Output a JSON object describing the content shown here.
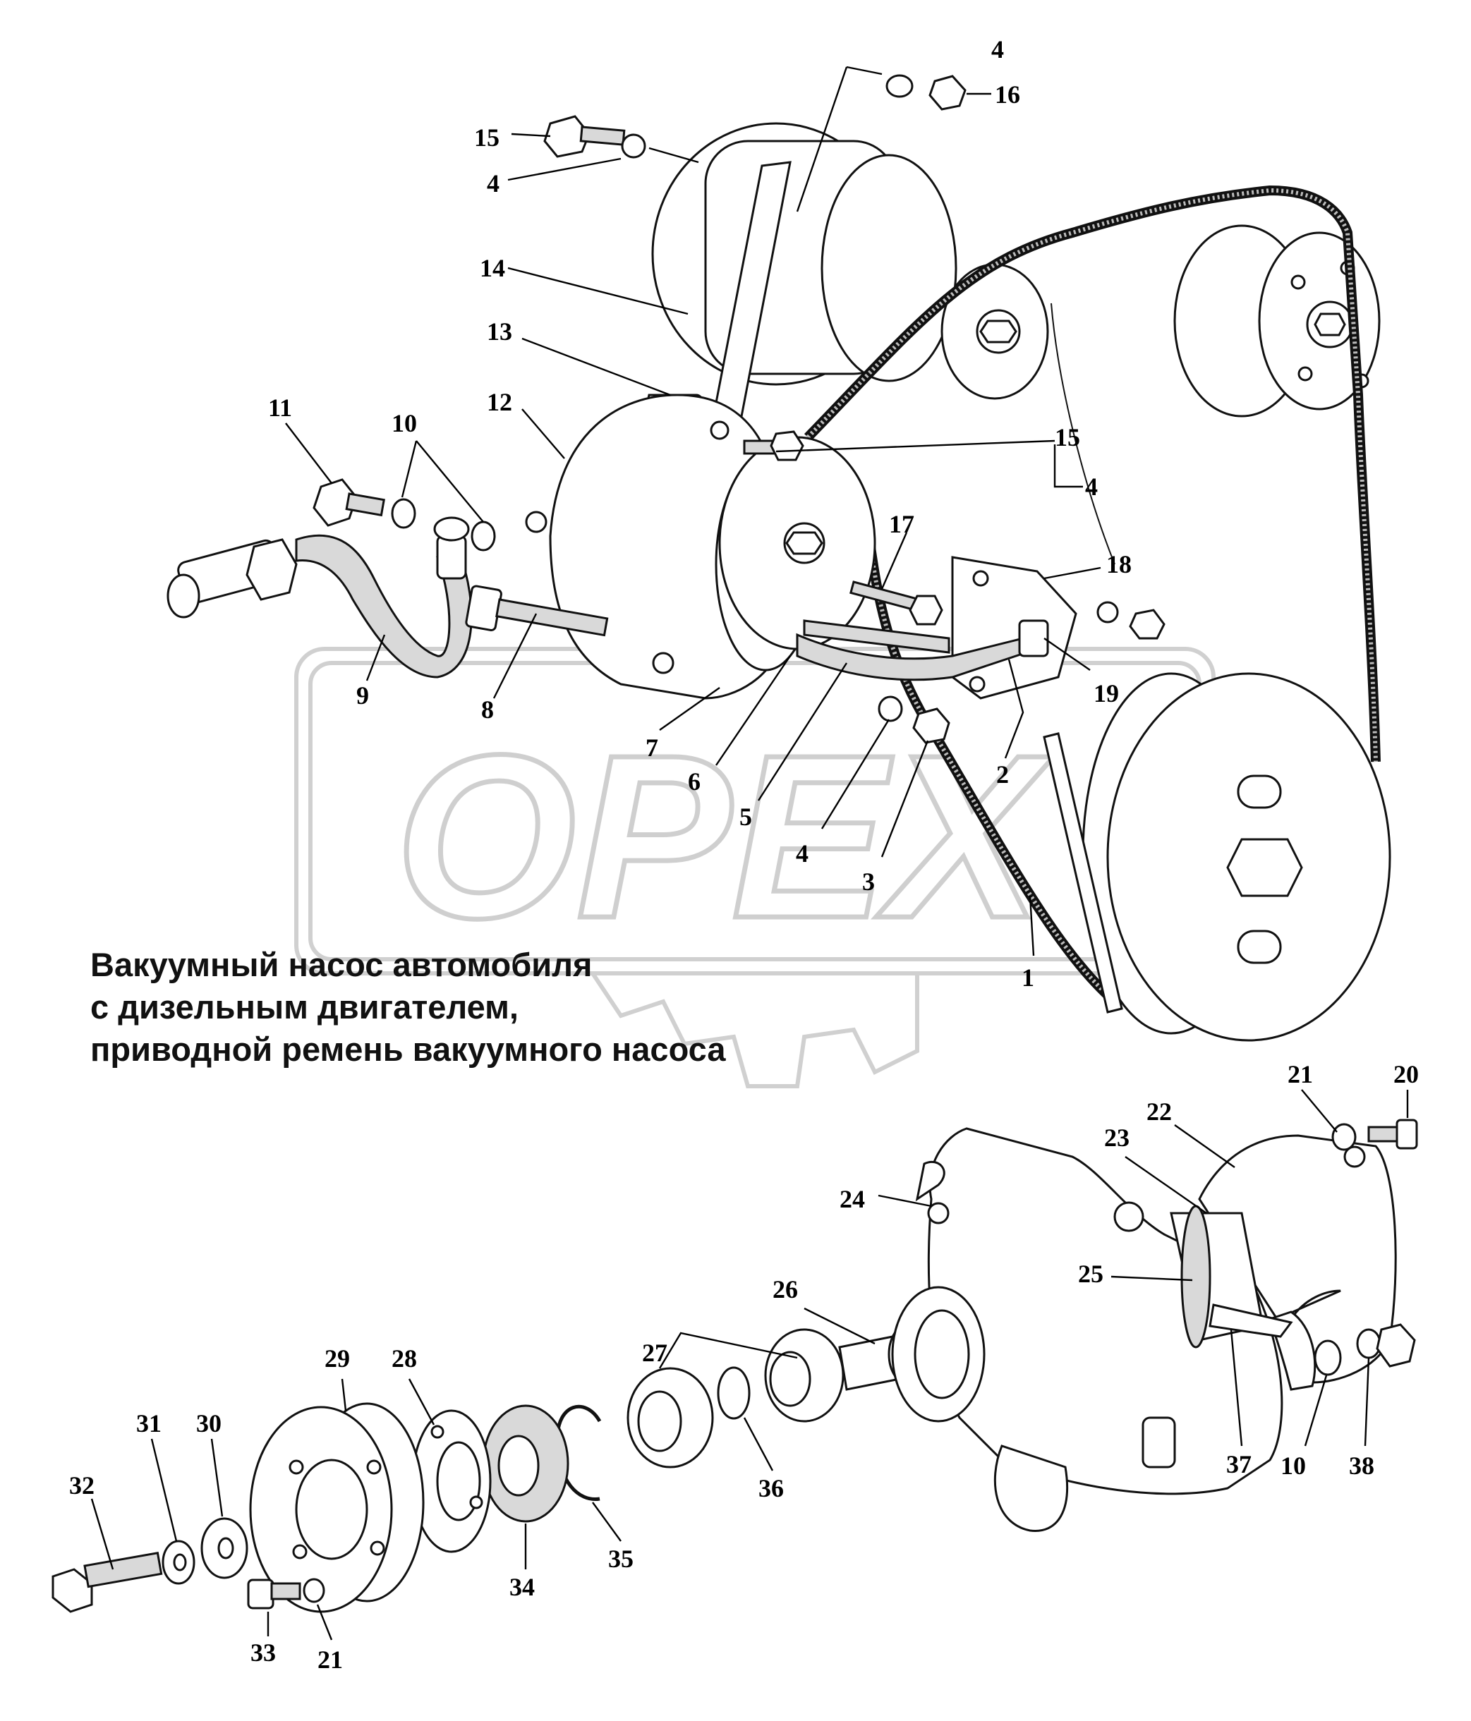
{
  "watermark": {
    "text": "OPEX"
  },
  "caption": {
    "line1": "Вакуумный насос автомобиля",
    "line2": "с дизельным двигателем,",
    "line3": "приводной ремень вакуумного насоса"
  },
  "callouts": [
    {
      "id": "c1",
      "text": "1"
    },
    {
      "id": "c2",
      "text": "2"
    },
    {
      "id": "c3",
      "text": "3"
    },
    {
      "id": "c4a",
      "text": "4"
    },
    {
      "id": "c4b",
      "text": "4"
    },
    {
      "id": "c4c",
      "text": "4"
    },
    {
      "id": "c4d",
      "text": "4"
    },
    {
      "id": "c5",
      "text": "5"
    },
    {
      "id": "c6",
      "text": "6"
    },
    {
      "id": "c7",
      "text": "7"
    },
    {
      "id": "c8",
      "text": "8"
    },
    {
      "id": "c9",
      "text": "9"
    },
    {
      "id": "c10a",
      "text": "10"
    },
    {
      "id": "c10b",
      "text": "10"
    },
    {
      "id": "c11",
      "text": "11"
    },
    {
      "id": "c12",
      "text": "12"
    },
    {
      "id": "c13",
      "text": "13"
    },
    {
      "id": "c14",
      "text": "14"
    },
    {
      "id": "c15a",
      "text": "15"
    },
    {
      "id": "c15b",
      "text": "15"
    },
    {
      "id": "c16",
      "text": "16"
    },
    {
      "id": "c17",
      "text": "17"
    },
    {
      "id": "c18",
      "text": "18"
    },
    {
      "id": "c19",
      "text": "19"
    },
    {
      "id": "c20",
      "text": "20"
    },
    {
      "id": "c21a",
      "text": "21"
    },
    {
      "id": "c21b",
      "text": "21"
    },
    {
      "id": "c22",
      "text": "22"
    },
    {
      "id": "c23",
      "text": "23"
    },
    {
      "id": "c24",
      "text": "24"
    },
    {
      "id": "c25",
      "text": "25"
    },
    {
      "id": "c26",
      "text": "26"
    },
    {
      "id": "c27",
      "text": "27"
    },
    {
      "id": "c28",
      "text": "28"
    },
    {
      "id": "c29",
      "text": "29"
    },
    {
      "id": "c30",
      "text": "30"
    },
    {
      "id": "c31",
      "text": "31"
    },
    {
      "id": "c32",
      "text": "32"
    },
    {
      "id": "c33",
      "text": "33"
    },
    {
      "id": "c34",
      "text": "34"
    },
    {
      "id": "c35",
      "text": "35"
    },
    {
      "id": "c36",
      "text": "36"
    },
    {
      "id": "c37",
      "text": "37"
    },
    {
      "id": "c38",
      "text": "38"
    }
  ]
}
